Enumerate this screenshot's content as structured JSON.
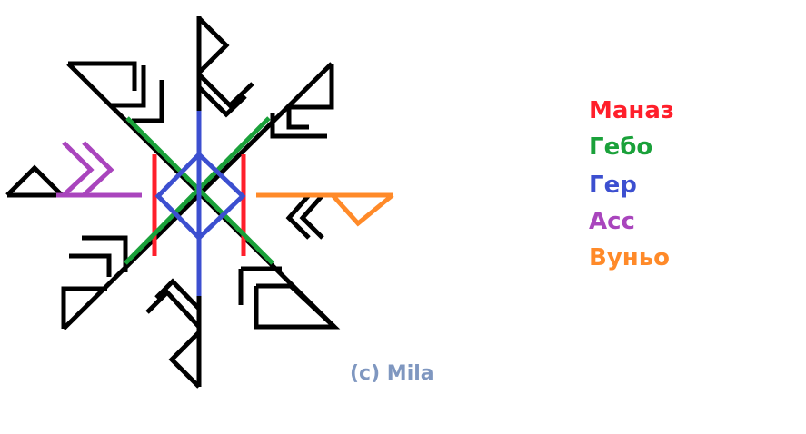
{
  "legend": [
    {
      "label": "Маназ",
      "color": "#ff1f2b"
    },
    {
      "label": "Гебо",
      "color": "#1aa13a"
    },
    {
      "label": "Гер",
      "color": "#3c4fd0"
    },
    {
      "label": "Асс",
      "color": "#a945bd"
    },
    {
      "label": "Вуньо",
      "color": "#ff8a29"
    }
  ],
  "credit": "(c) Mila",
  "stroke_color": "#000000"
}
